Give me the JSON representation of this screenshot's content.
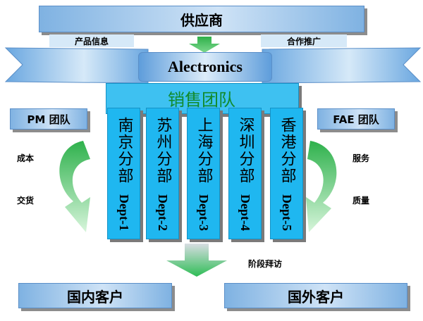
{
  "supplier": "供应商",
  "product_info": "产品信息",
  "cooperation": "合作推广",
  "company": "Alectronics",
  "sales_team": "销售团队",
  "pm_team": "PM 团队",
  "fae_team": "FAE 团队",
  "left_labels": [
    "成本",
    "交货"
  ],
  "right_labels": [
    "服务",
    "质量"
  ],
  "visit": "阶段拜访",
  "departments": [
    {
      "cn": "南京分部",
      "en": "Dept-1"
    },
    {
      "cn": "苏州分部",
      "en": "Dept-2"
    },
    {
      "cn": "上海分部",
      "en": "Dept-3"
    },
    {
      "cn": "深圳分部",
      "en": "Dept-4"
    },
    {
      "cn": "香港分部",
      "en": "Dept-5"
    }
  ],
  "domestic": "国内客户",
  "overseas": "国外客户"
}
